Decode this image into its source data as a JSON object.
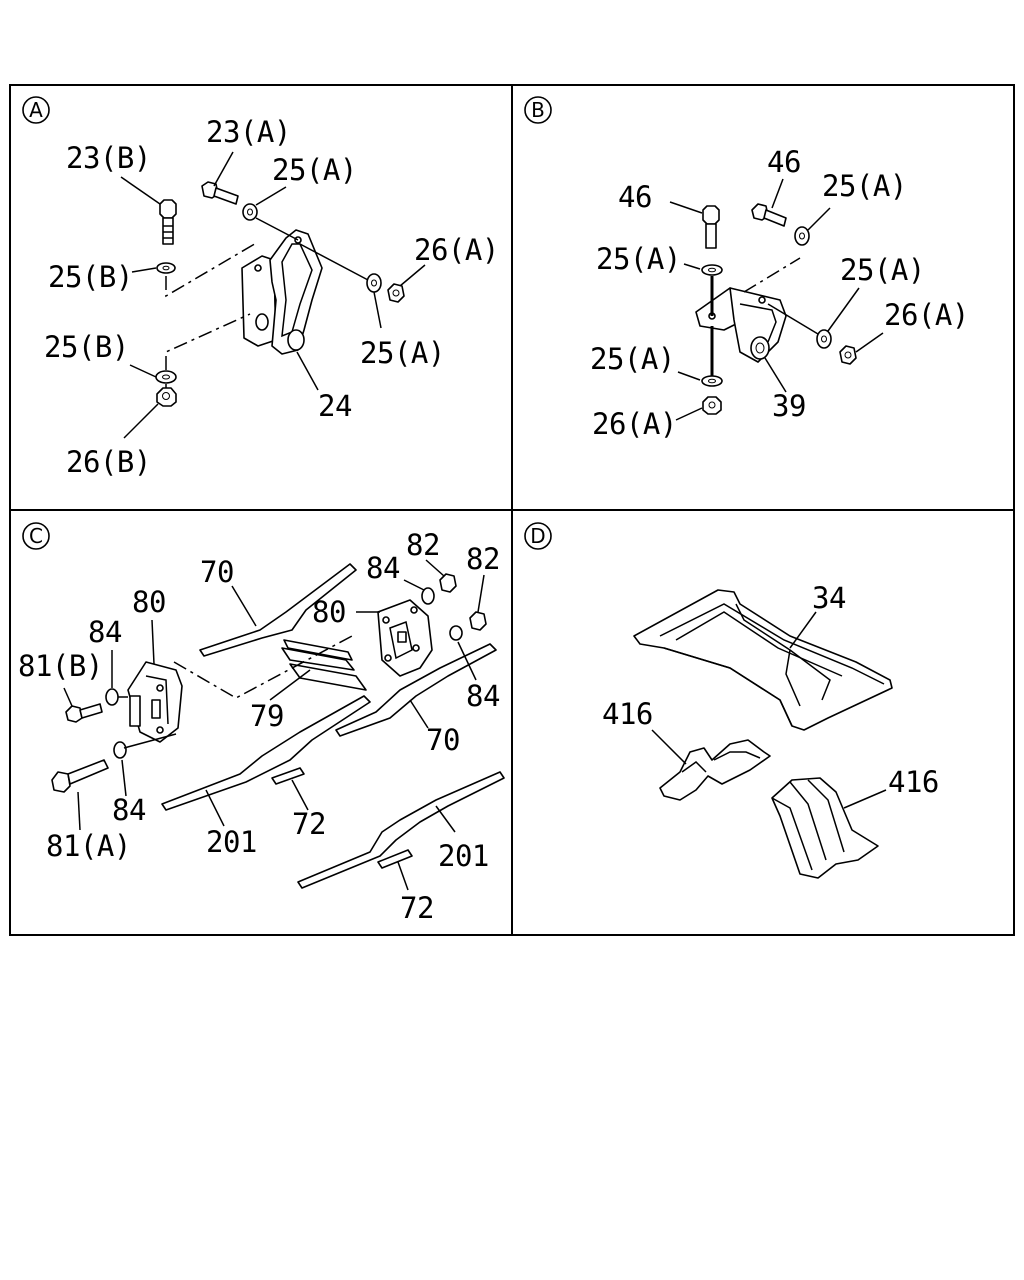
{
  "panels": {
    "a": {
      "badge": "A",
      "labels": {
        "bolt_a": "23(A)",
        "bolt_b": "23(B)",
        "washer_a_top": "25(A)",
        "washer_b_top": "25(B)",
        "nut_a": "26(A)",
        "washer_b_low": "25(B)",
        "washer_a_right": "25(A)",
        "bracket": "24",
        "nut_b": "26(B)"
      }
    },
    "b": {
      "badge": "B",
      "labels": {
        "bolt_1": "46",
        "bolt_2": "46",
        "washer_top_right": "25(A)",
        "washer_top_left": "25(A)",
        "washer_mid_right": "25(A)",
        "nut_right": "26(A)",
        "washer_low_left": "25(A)",
        "mount": "39",
        "nut_low": "26(A)"
      }
    },
    "c": {
      "badge": "C",
      "labels": {
        "plate_top": "70",
        "washer_1": "84",
        "nut_1": "82",
        "nut_2": "82",
        "bracket_left": "80",
        "bracket_right": "80",
        "washer_2": "84",
        "bolt_b": "81(B)",
        "spacer": "79",
        "washer_3": "84",
        "plate_mid": "70",
        "washer_4": "84",
        "shim_1": "72",
        "bolt_a": "81(A)",
        "plate_low": "201",
        "plate_right": "201",
        "shim_2": "72"
      }
    },
    "d": {
      "badge": "D",
      "labels": {
        "crossmember": "34",
        "bracket_left": "416",
        "bracket_right": "416"
      }
    }
  }
}
